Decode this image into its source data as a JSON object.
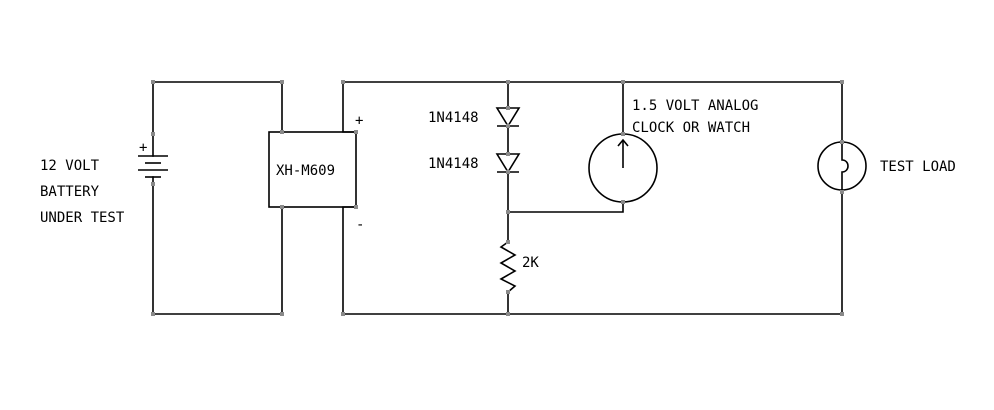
{
  "battery": {
    "label_line1": "12 VOLT",
    "label_line2": "BATTERY",
    "label_line3": "UNDER TEST",
    "plus_sign": "+"
  },
  "module": {
    "name": "XH-M609",
    "plus_sign": "+",
    "minus_sign": "-"
  },
  "diode_top": {
    "label": "1N4148"
  },
  "diode_bottom": {
    "label": "1N4148"
  },
  "clock": {
    "label_line1": "1.5 VOLT ANALOG",
    "label_line2": "CLOCK OR WATCH"
  },
  "resistor": {
    "label": "2K"
  },
  "load": {
    "label": "TEST LOAD"
  },
  "colors": {
    "line": "#000000",
    "node": "#8a8a8a",
    "background": "#ffffff"
  }
}
